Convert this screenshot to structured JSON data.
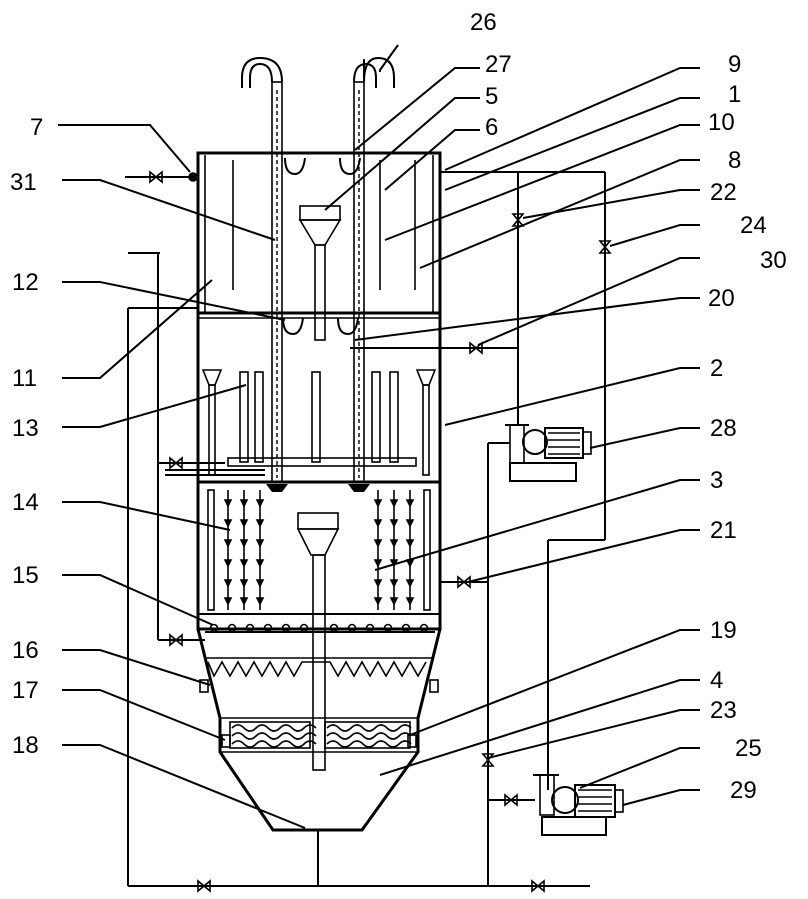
{
  "labels": {
    "l1": "1",
    "l2": "2",
    "l3": "3",
    "l4": "4",
    "l5": "5",
    "l6": "6",
    "l7": "7",
    "l8": "8",
    "l9": "9",
    "l10": "10",
    "l11": "11",
    "l12": "12",
    "l13": "13",
    "l14": "14",
    "l15": "15",
    "l16": "16",
    "l17": "17",
    "l18": "18",
    "l19": "19",
    "l20": "20",
    "l21": "21",
    "l22": "22",
    "l23": "23",
    "l24": "24",
    "l25": "25",
    "l26": "26",
    "l27": "27",
    "l28": "28",
    "l29": "29",
    "l30": "30",
    "l31": "31"
  }
}
